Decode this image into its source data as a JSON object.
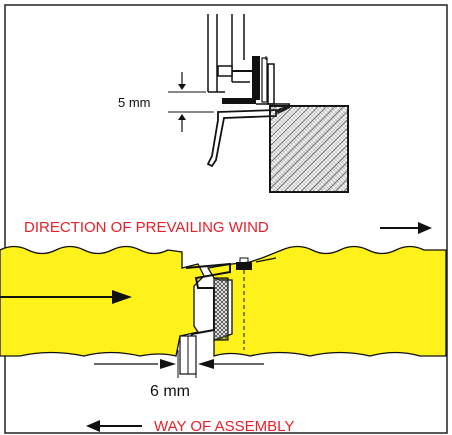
{
  "labels": {
    "gap_top": "5 mm",
    "wind_direction": "DIRECTION OF PREVAILING WIND",
    "gap_bottom": "6 mm",
    "assembly_direction": "WAY OF ASSEMBLY"
  },
  "colors": {
    "panel_yellow": "#FFF21A",
    "label_red": "#E8202A",
    "ink": "#111111",
    "border": "#222222"
  }
}
